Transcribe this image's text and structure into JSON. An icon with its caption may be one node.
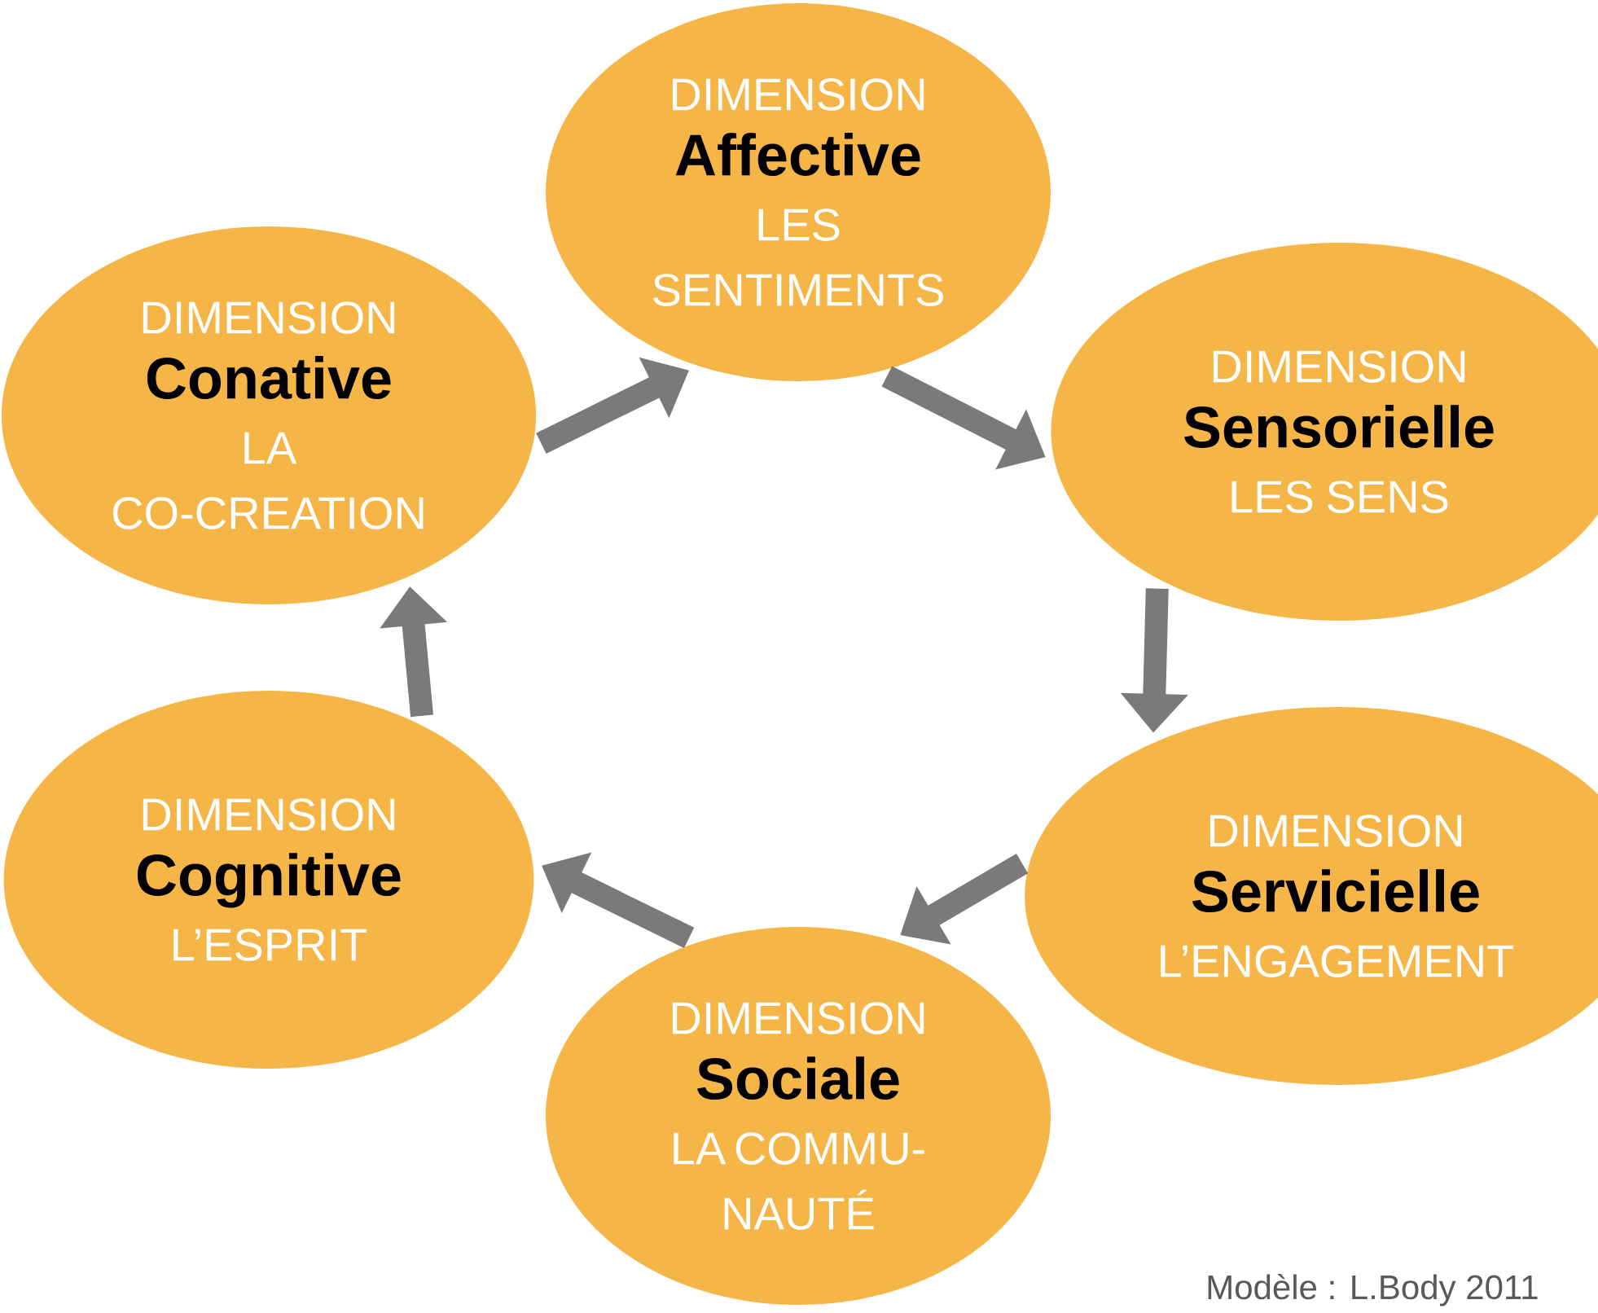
{
  "diagram": {
    "nodes": [
      {
        "text": [
          "DIMENSION",
          "Affective",
          "LES SENTIMENTS"
        ]
      },
      {
        "text": [
          "DIMENSION",
          "Sensorielle",
          "LES SENS"
        ]
      },
      {
        "text": [
          "DIMENSION",
          "Servicielle",
          "L’ENGAGEMENT"
        ]
      },
      {
        "text": [
          "DIMENSION",
          "Sociale",
          "LA COMMU- NAUTÉ"
        ]
      },
      {
        "text": [
          "DIMENSION",
          "Cognitive",
          "L’ESPRIT"
        ]
      },
      {
        "text": [
          "DIMENSION",
          "Conative",
          "LA CO-CREATION"
        ]
      }
    ],
    "edges": [
      {
        "from": 5,
        "to": 0,
        "arrow": "to"
      },
      {
        "from": 0,
        "to": 1,
        "arrow": "to"
      },
      {
        "from": 1,
        "to": 2,
        "arrow": "to"
      },
      {
        "from": 2,
        "to": 3,
        "arrow": "to"
      },
      {
        "from": 3,
        "to": 4,
        "arrow": "to"
      },
      {
        "from": 4,
        "to": 5,
        "arrow": "to"
      }
    ],
    "labels": [
      "Modèle : L.Body 2011"
    ]
  }
}
